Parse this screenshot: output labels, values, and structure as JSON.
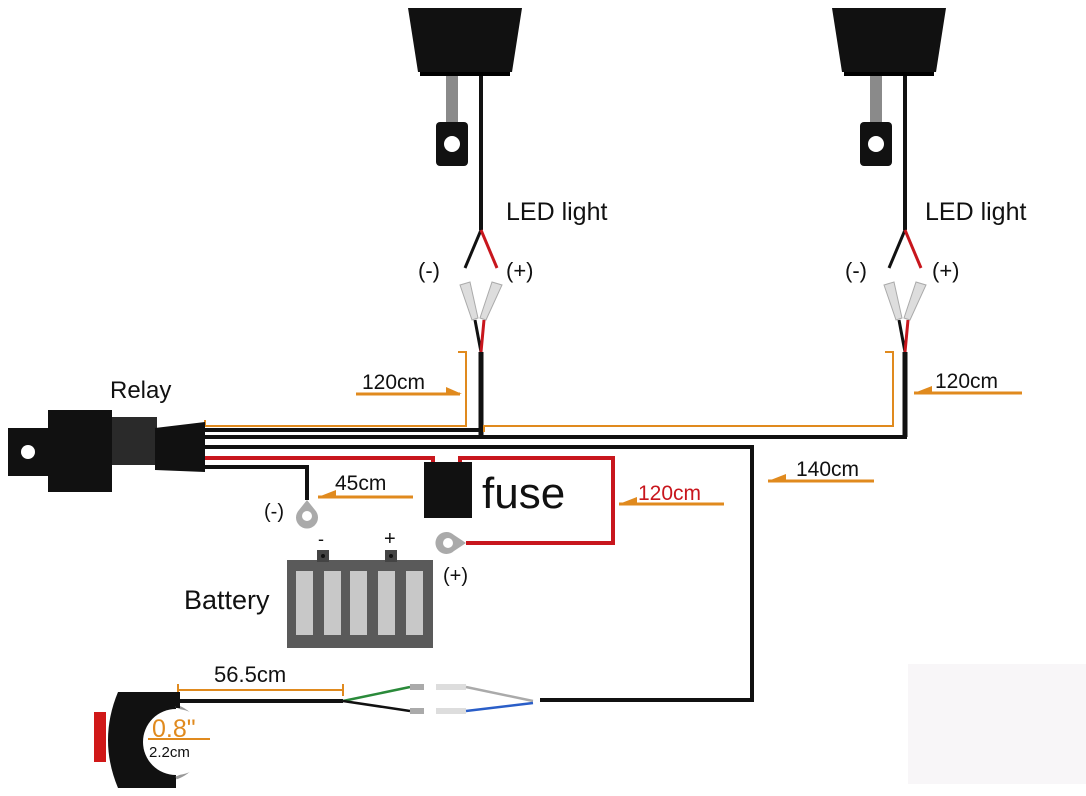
{
  "diagram": {
    "title": "LED light bar wiring harness",
    "colors": {
      "wire_black": "#111111",
      "wire_red": "#c8161d",
      "dimension_orange": "#e08a1e",
      "battery_gray": "#5a5a5a",
      "battery_cell": "#c8c8c8",
      "switch_red": "#d01818",
      "wire_green": "#2a8a3a",
      "wire_blue": "#2a5ec8"
    },
    "labels": {
      "relay": "Relay",
      "led_light_left": "LED light",
      "led_light_right": "LED light",
      "neg_left_led": "(-)",
      "pos_left_led": "(+)",
      "neg_right_led": "(-)",
      "pos_right_led": "(+)",
      "fuse": "fuse",
      "battery": "Battery",
      "battery_neg_terminal": "-",
      "battery_pos_terminal": "+",
      "ring_neg": "(-)",
      "ring_pos": "(+)"
    },
    "dimensions": {
      "left_light_lead": "120cm",
      "right_light_lead": "120cm",
      "ground_lead": "45cm",
      "fuse_lead": "120cm",
      "switch_lead": "140cm",
      "switch_cable": "56.5cm",
      "switch_hole_inch": "0.8\"",
      "switch_hole_cm": "2.2cm"
    }
  }
}
